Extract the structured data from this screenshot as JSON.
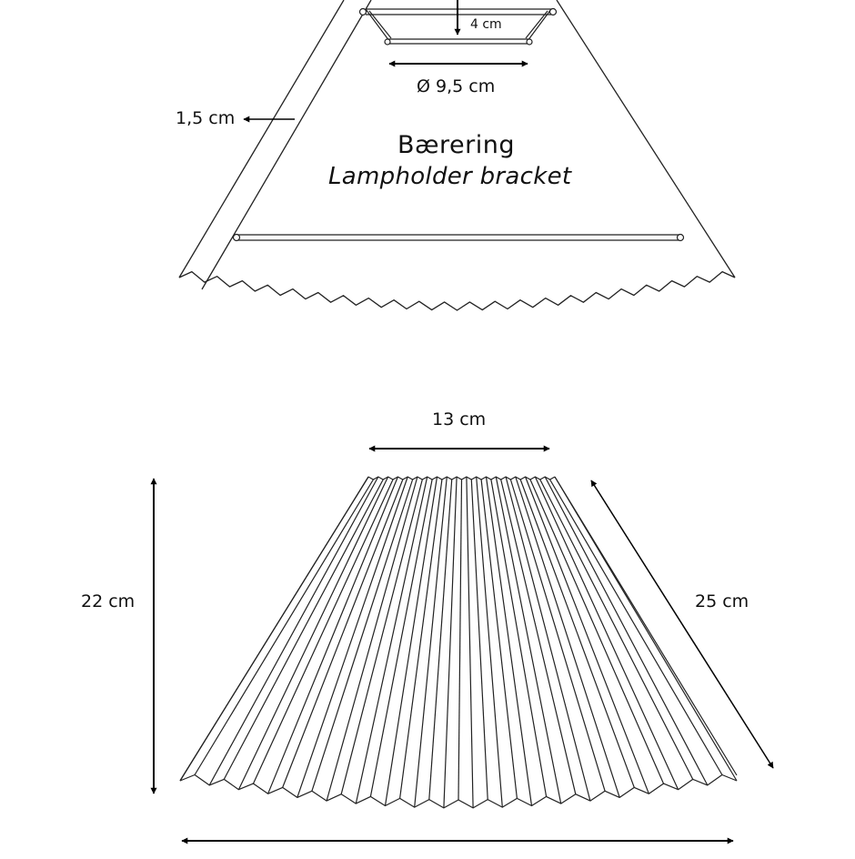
{
  "top_diagram": {
    "depth_label": "4 cm",
    "diameter_label": "Ø 9,5 cm",
    "border_label": "1,5 cm",
    "title_danish": "Bærering",
    "title_english": "Lampholder bracket"
  },
  "bottom_diagram": {
    "top_width_label": "13 cm",
    "height_label": "22 cm",
    "slant_label": "25 cm"
  }
}
